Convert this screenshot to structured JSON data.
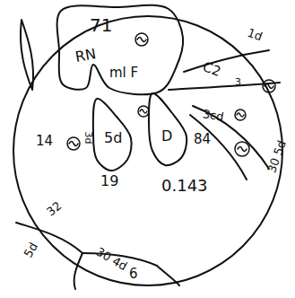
{
  "diagram": {
    "nodes": [
      {
        "text": [
          "71",
          "RN",
          "ml F"
        ]
      },
      {
        "text": [
          "5d"
        ]
      },
      {
        "text": [
          "D"
        ]
      }
    ],
    "labels": [
      "1d",
      "C2",
      "3",
      "3cd",
      "30 5d",
      "14",
      "3d",
      "84",
      "0.143",
      "19",
      "32",
      "5d",
      "30 4d",
      "6"
    ]
  }
}
